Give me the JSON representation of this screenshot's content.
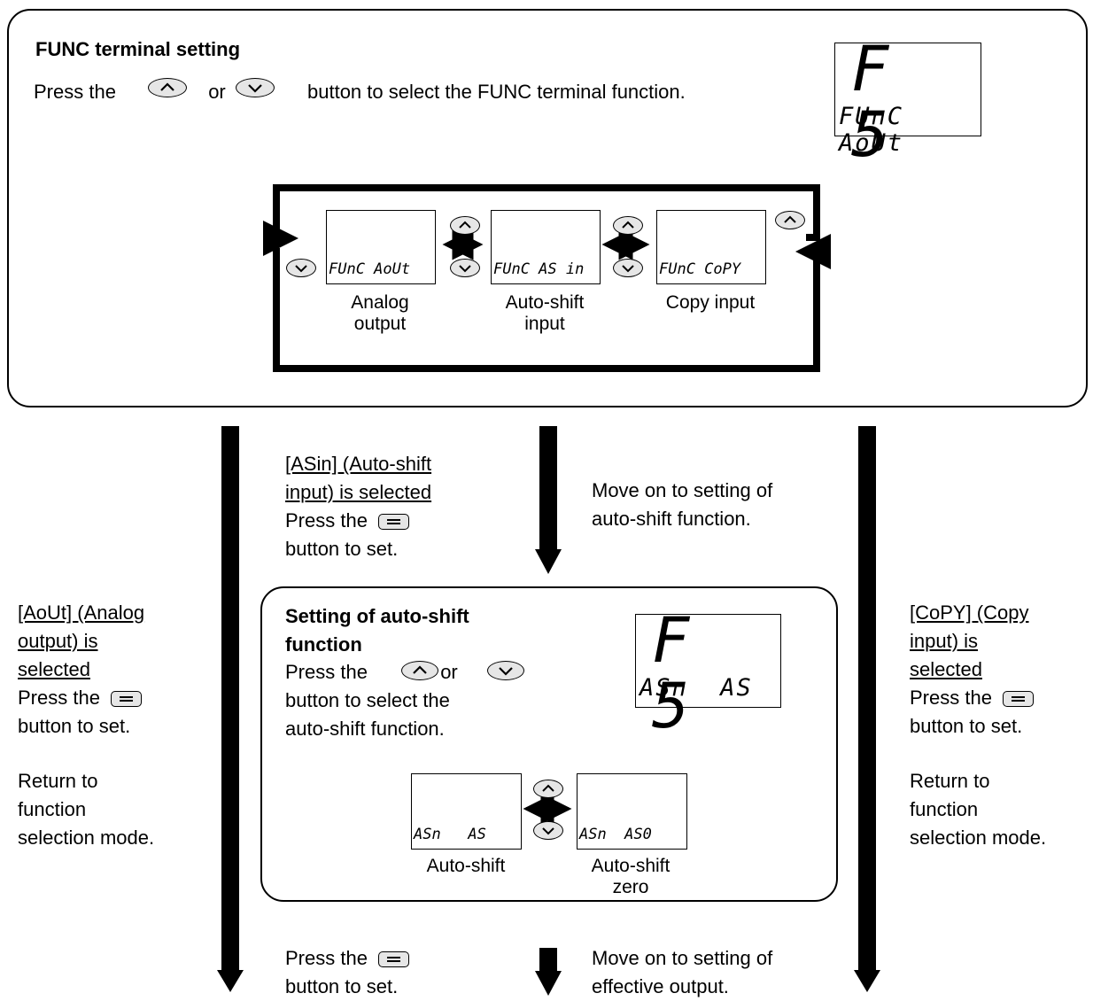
{
  "func_section": {
    "title": "FUNC terminal setting",
    "instruction_pre": "Press the",
    "instruction_or": "or",
    "instruction_post": "button to select the FUNC terminal function.",
    "display": {
      "top": "F 5",
      "bottom": "FUnC AoUt"
    },
    "options": [
      {
        "lcd": "FUnC AoUt",
        "label_1": "Analog",
        "label_2": "output"
      },
      {
        "lcd": "FUnC AS in",
        "label_1": "Auto-shift",
        "label_2": "input"
      },
      {
        "lcd": "FUnC CoPY",
        "label_1": "Copy input",
        "label_2": ""
      }
    ]
  },
  "left_branch": {
    "cond_1": "[AoUt] (Analog",
    "cond_2": "output) is",
    "cond_3": "selected",
    "press_1": "Press the",
    "press_2": "button to set.",
    "result_1": "Return to",
    "result_2": "function",
    "result_3": "selection mode."
  },
  "middle_branch": {
    "cond_1": "[ASin] (Auto-shift",
    "cond_2": "input) is selected",
    "press_1": "Press the",
    "press_2": "button to set.",
    "result_1": "Move on to setting of",
    "result_2": "auto-shift function."
  },
  "right_branch": {
    "cond_1": "[CoPY] (Copy",
    "cond_2": "input) is",
    "cond_3": "selected",
    "press_1": "Press the",
    "press_2": "button to set.",
    "result_1": "Return to",
    "result_2": "function",
    "result_3": "selection mode."
  },
  "autoshift_section": {
    "title_1": "Setting of auto-shift",
    "title_2": "function",
    "line_1_pre": "Press the",
    "line_1_or": "or",
    "line_2": "button to select the",
    "line_3": "auto-shift function.",
    "display": {
      "top": "F 5",
      "bottom": "ASn  AS"
    },
    "options": [
      {
        "lcd": "ASn   AS",
        "label_1": "Auto-shift",
        "label_2": ""
      },
      {
        "lcd": "ASn  AS0",
        "label_1": "Auto-shift",
        "label_2": "zero"
      }
    ]
  },
  "bottom": {
    "press_1": "Press the",
    "press_2": "button to set.",
    "result_1": "Move on to setting of",
    "result_2": "effective output."
  },
  "icons": {
    "up_button": "up-button-icon",
    "down_button": "down-button-icon",
    "set_button": "s-button-icon"
  }
}
